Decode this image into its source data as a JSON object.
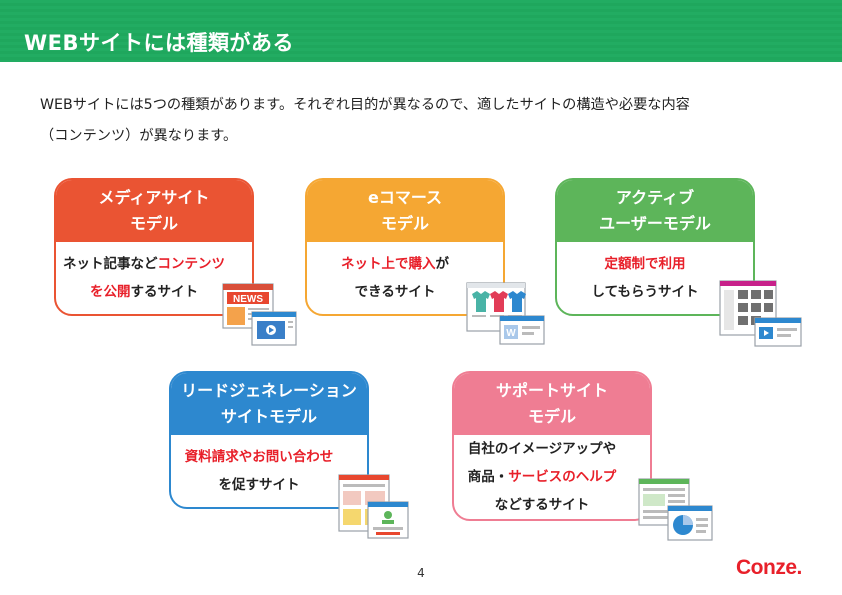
{
  "header": {
    "title": "WEBサイトには種類がある"
  },
  "intro": {
    "line1": "WEBサイトには5つの種類があります。それぞれ目的が異なるので、適したサイトの構造や必要な内容",
    "line2": "（コンテンツ）が異なります。"
  },
  "cards": [
    {
      "title1": "メディアサイト",
      "title2": "モデル",
      "desc1a": "ネット記事など",
      "desc1b": "コンテンツ",
      "desc2a": "を公開",
      "desc2b": "するサイト",
      "badge": "NEWS",
      "color": "#ea5433"
    },
    {
      "title1": "eコマース",
      "title2": "モデル",
      "desc1a": "ネット上で購入",
      "desc1b": "が",
      "desc2": "できるサイト",
      "color": "#f5a733"
    },
    {
      "title1": "アクティブ",
      "title2": "ユーザーモデル",
      "desc1": "定額制で利用",
      "desc2": "してもらうサイト",
      "color": "#5db55a"
    },
    {
      "title1": "リードジェネレーション",
      "title2": "サイトモデル",
      "desc1": "資料請求やお問い合わせ",
      "desc2": "を促すサイト",
      "color": "#2d88cf"
    },
    {
      "title1": "サポートサイト",
      "title2": "モデル",
      "desc1": "自社のイメージアップや",
      "desc2a": "商品・",
      "desc2b": "サービスのヘルプ",
      "desc3": "などするサイト",
      "color": "#ef7d93"
    }
  ],
  "footer": {
    "page_number": "4",
    "logo": "Conze."
  },
  "highlight_color": "#e8202a"
}
